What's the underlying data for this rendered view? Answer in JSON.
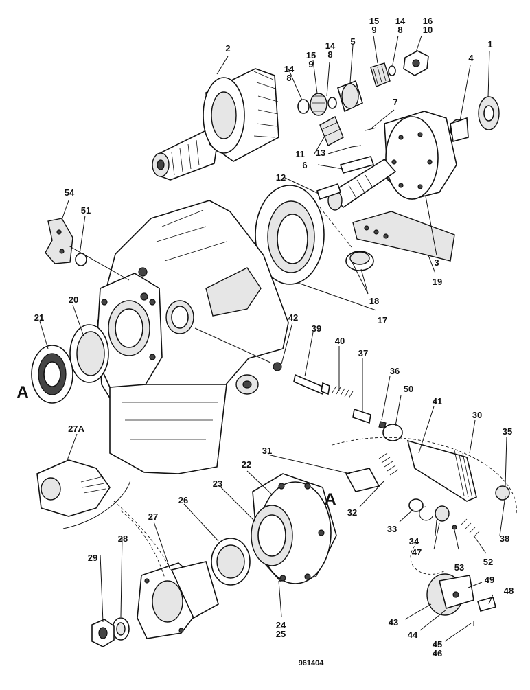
{
  "diagram": {
    "reference_number": "961404",
    "section_markers": [
      "A",
      "A"
    ],
    "part_callouts": [
      [
        "1"
      ],
      [
        "2"
      ],
      [
        "3"
      ],
      [
        "4"
      ],
      [
        "5"
      ],
      [
        "6"
      ],
      [
        "7"
      ],
      [
        "14",
        "8"
      ],
      [
        "15",
        "9"
      ],
      [
        "16",
        "10"
      ],
      [
        "11"
      ],
      [
        "12"
      ],
      [
        "13"
      ],
      [
        "14",
        "8"
      ],
      [
        "15",
        "9"
      ],
      [
        "14",
        "8"
      ],
      [
        "17"
      ],
      [
        "18"
      ],
      [
        "19"
      ],
      [
        "20"
      ],
      [
        "21"
      ],
      [
        "22"
      ],
      [
        "23"
      ],
      [
        "24",
        "25"
      ],
      [
        "26"
      ],
      [
        "27"
      ],
      [
        "27A"
      ],
      [
        "28"
      ],
      [
        "29"
      ],
      [
        "30"
      ],
      [
        "31"
      ],
      [
        "32"
      ],
      [
        "33"
      ],
      [
        "34"
      ],
      [
        "35"
      ],
      [
        "36"
      ],
      [
        "37"
      ],
      [
        "38"
      ],
      [
        "39"
      ],
      [
        "40"
      ],
      [
        "41"
      ],
      [
        "42"
      ],
      [
        "43"
      ],
      [
        "44"
      ],
      [
        "45",
        "46"
      ],
      [
        "47"
      ],
      [
        "48"
      ],
      [
        "49"
      ],
      [
        "50"
      ],
      [
        "51"
      ],
      [
        "52"
      ],
      [
        "53"
      ],
      [
        "54"
      ]
    ]
  }
}
